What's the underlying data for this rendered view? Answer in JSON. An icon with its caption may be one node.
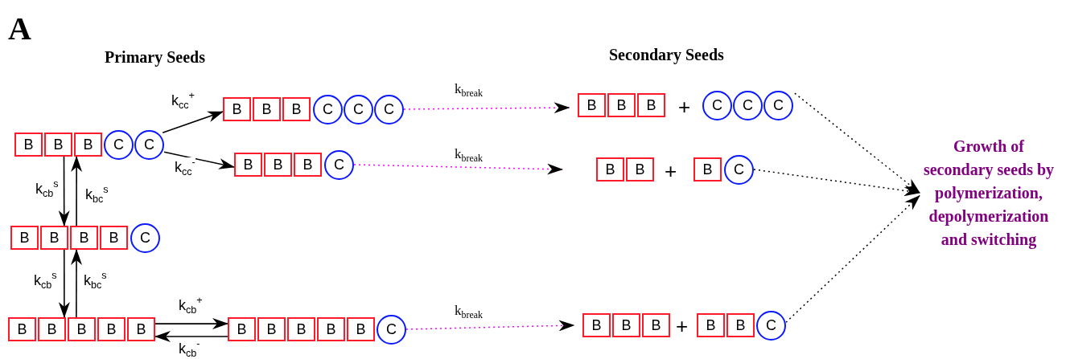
{
  "diagram": {
    "nodes": [
      {
        "text": [
          "B"
        ]
      },
      {
        "text": [
          "B"
        ]
      },
      {
        "text": [
          "B"
        ]
      },
      {
        "text": [
          "C"
        ]
      },
      {
        "text": [
          "C"
        ]
      },
      {
        "text": [
          "B"
        ]
      },
      {
        "text": [
          "B"
        ]
      },
      {
        "text": [
          "B"
        ]
      },
      {
        "text": [
          "C"
        ]
      },
      {
        "text": [
          "C"
        ]
      },
      {
        "text": [
          "C"
        ]
      },
      {
        "text": [
          "B"
        ]
      },
      {
        "text": [
          "B"
        ]
      },
      {
        "text": [
          "B"
        ]
      },
      {
        "text": [
          "C"
        ]
      },
      {
        "text": [
          "B"
        ]
      },
      {
        "text": [
          "B"
        ]
      },
      {
        "text": [
          "B"
        ]
      },
      {
        "text": [
          "B"
        ]
      },
      {
        "text": [
          "C"
        ]
      },
      {
        "text": [
          "B"
        ]
      },
      {
        "text": [
          "B"
        ]
      },
      {
        "text": [
          "B"
        ]
      },
      {
        "text": [
          "B"
        ]
      },
      {
        "text": [
          "B"
        ]
      },
      {
        "text": [
          "B"
        ]
      },
      {
        "text": [
          "B"
        ]
      },
      {
        "text": [
          "B"
        ]
      },
      {
        "text": [
          "B"
        ]
      },
      {
        "text": [
          "B"
        ]
      },
      {
        "text": [
          "C"
        ]
      },
      {
        "text": [
          "B"
        ]
      },
      {
        "text": [
          "B"
        ]
      },
      {
        "text": [
          "B"
        ]
      },
      {
        "text": [
          "C"
        ]
      },
      {
        "text": [
          "C"
        ]
      },
      {
        "text": [
          "C"
        ]
      },
      {
        "text": [
          "B"
        ]
      },
      {
        "text": [
          "B"
        ]
      },
      {
        "text": [
          "B"
        ]
      },
      {
        "text": [
          "C"
        ]
      },
      {
        "text": [
          "B"
        ]
      },
      {
        "text": [
          "B"
        ]
      },
      {
        "text": [
          "B"
        ]
      },
      {
        "text": [
          "B"
        ]
      },
      {
        "text": [
          "B"
        ]
      },
      {
        "text": [
          "C"
        ]
      },
      {
        "text": [
          "Growth of secondary seeds by polymerization, depolymerization and switching"
        ]
      }
    ],
    "edges": [
      {
        "from": 4,
        "to": 5,
        "arrow": "to",
        "label": "k$_{cc}$$^{+}$"
      },
      {
        "from": 4,
        "to": 11,
        "arrow": "to",
        "label": "k$_{cc}$$^{-}$"
      },
      {
        "from": 1,
        "to": 16,
        "arrow": "to",
        "label": "k$_{cb}$$^{s}$"
      },
      {
        "from": 17,
        "to": 2,
        "arrow": "to",
        "label": "k$_{bc}$$^{s}$"
      },
      {
        "from": 16,
        "to": 21,
        "arrow": "to",
        "label": "k$_{cb}$$^{s}$"
      },
      {
        "from": 22,
        "to": 17,
        "arrow": "to",
        "label": "k$_{bc}$$^{s}$"
      },
      {
        "from": 24,
        "to": 25,
        "arrow": "to",
        "label": "k$_{cb}$$^{+}$"
      },
      {
        "from": 25,
        "to": 24,
        "arrow": "to",
        "label": "k$_{cb}$$^{-}$"
      },
      {
        "from": 10,
        "to": 31,
        "arrow": "to",
        "label": "k$_{break}$",
        "style": "dashed",
        "color": "#ff00ff"
      },
      {
        "from": 14,
        "to": 37,
        "arrow": "to",
        "label": "k$_{break}$",
        "style": "dashed",
        "color": "#ff00ff"
      },
      {
        "from": 30,
        "to": 41,
        "arrow": "to",
        "label": "k$_{break}$",
        "style": "dashed",
        "color": "#ff00ff"
      },
      {
        "from": 36,
        "to": 47,
        "arrow": "to",
        "style": "dashed"
      },
      {
        "from": 40,
        "to": 47,
        "arrow": "to",
        "style": "dashed"
      },
      {
        "from": 46,
        "to": 47,
        "arrow": "to",
        "style": "dashed"
      }
    ],
    "labels": [
      "A",
      "Primary Seeds",
      "Secondary Seeds",
      "+",
      "+",
      "+"
    ]
  }
}
